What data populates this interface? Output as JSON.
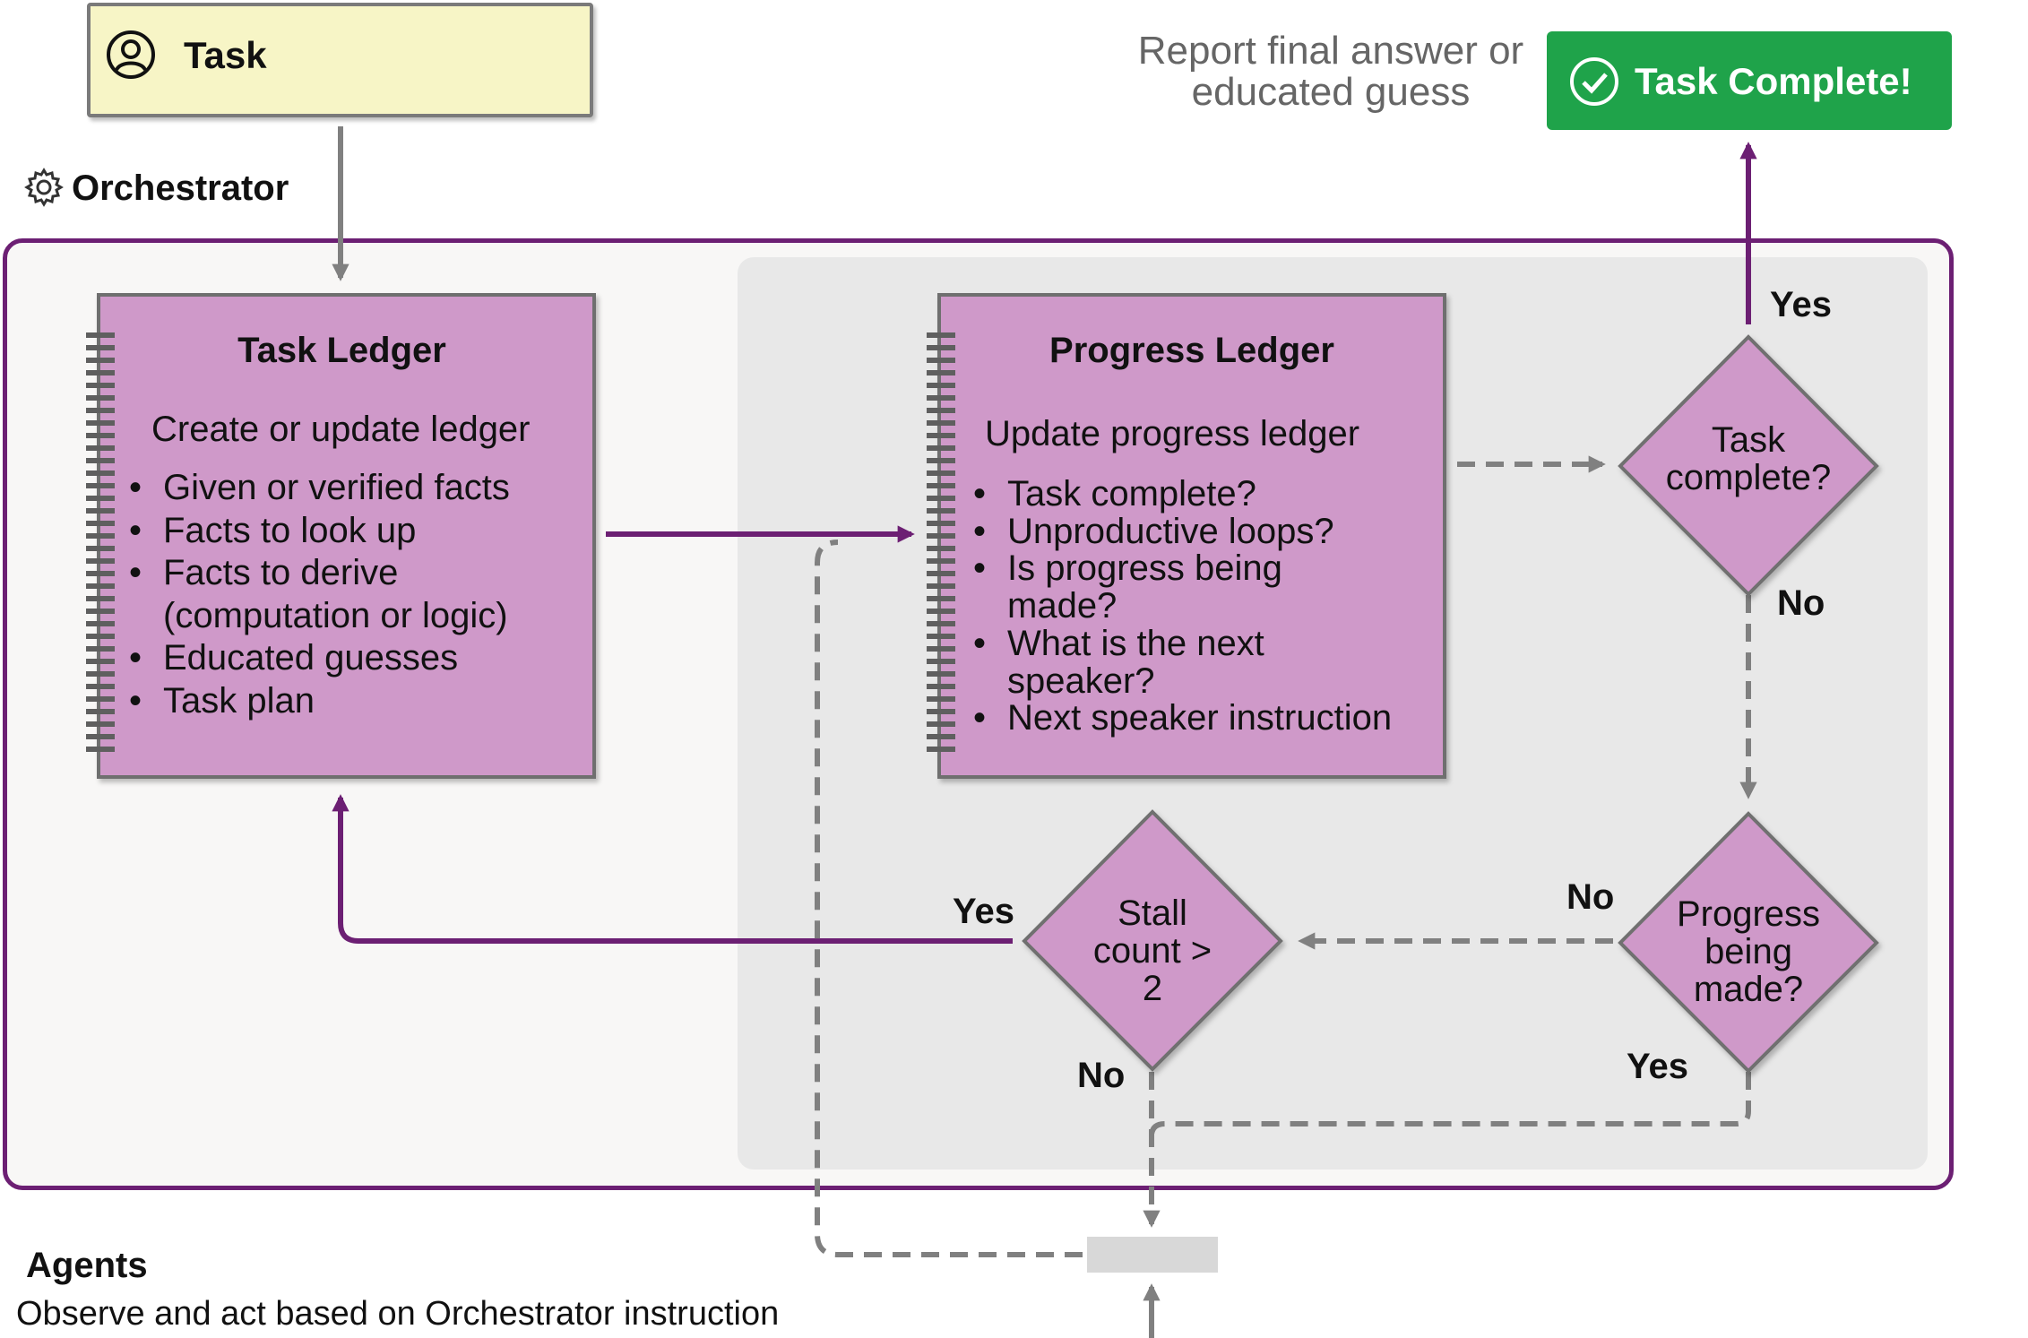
{
  "task": {
    "label": "Task",
    "icon": "user-circle-icon"
  },
  "orchestrator": {
    "title": "Orchestrator",
    "icon": "gear-icon"
  },
  "report": {
    "line1": "Report final answer or",
    "line2": "educated guess"
  },
  "task_complete_button": {
    "label": "Task Complete!",
    "icon": "check-circle-icon",
    "color": "#1fa34a"
  },
  "task_ledger": {
    "title": "Task Ledger",
    "subtitle": "Create or update ledger",
    "items": [
      "Given or verified facts",
      "Facts to look up",
      "Facts to derive",
      "(computation or logic)",
      "Educated guesses",
      "Task plan"
    ]
  },
  "progress_ledger": {
    "title": "Progress Ledger",
    "subtitle": "Update progress ledger",
    "items": [
      "Task complete?",
      "Unproductive loops?",
      "Is progress being",
      "made?",
      "What is the next",
      "speaker?",
      "Next speaker instruction"
    ]
  },
  "decisions": {
    "task_complete": {
      "line1": "Task",
      "line2": "complete?"
    },
    "progress": {
      "line1": "Progress",
      "line2": "being",
      "line3": "made?"
    },
    "stall": {
      "line1": "Stall",
      "line2": "count >",
      "line3": "2"
    }
  },
  "edge_labels": {
    "complete_yes": "Yes",
    "complete_no": "No",
    "progress_no": "No",
    "progress_yes": "Yes",
    "stall_yes": "Yes",
    "stall_no": "No"
  },
  "agents": {
    "title": "Agents",
    "description": "Observe and act based on Orchestrator instruction"
  },
  "colors": {
    "purple": "#6c1f73",
    "ledger_fill": "#cf99c9",
    "task_fill": "#f7f5c6",
    "dashed_gray": "#808080"
  }
}
